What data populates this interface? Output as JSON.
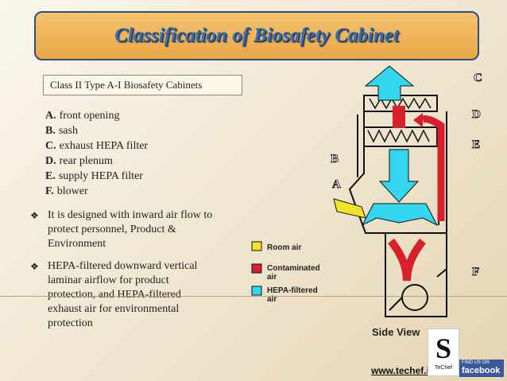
{
  "title": "Classification of Biosafety Cabinet",
  "subtitle": "Class II Type A-I Biosafety Cabinets",
  "parts": [
    {
      "letter": "A.",
      "text": "front opening"
    },
    {
      "letter": "B.",
      "text": "sash"
    },
    {
      "letter": "C.",
      "text": "exhaust HEPA filter"
    },
    {
      "letter": "D.",
      "text": "rear plenum"
    },
    {
      "letter": "E.",
      "text": "supply HEPA filter"
    },
    {
      "letter": "F.",
      "text": "blower"
    }
  ],
  "bullets": [
    "It is designed with inward air flow to protect personnel, Product & Environment",
    "HEPA-filtered downward vertical laminar airflow for product protection, and HEPA-filtered exhaust air for environmental protection"
  ],
  "diagram": {
    "labels": {
      "A": "A",
      "B": "B",
      "C": "C",
      "D": "D",
      "E": "E",
      "F": "F"
    },
    "legend": [
      {
        "text": "Room air",
        "color": "#f2e22a"
      },
      {
        "text": "Contaminated air",
        "color": "#d8202a"
      },
      {
        "text": "HEPA-filtered air",
        "color": "#33d6ef"
      }
    ],
    "caption": "Side View"
  },
  "footer": {
    "url": "www.techef.in",
    "logo_letter": "S",
    "logo_text": "TeChef",
    "fb_small": "FIND US ON",
    "fb_big": "facebook"
  },
  "colors": {
    "title_fill": "#f0b860",
    "title_text": "#3a6db0",
    "room_air": "#f2e22a",
    "contaminated_air": "#d8202a",
    "hepa_air": "#33d6ef"
  }
}
